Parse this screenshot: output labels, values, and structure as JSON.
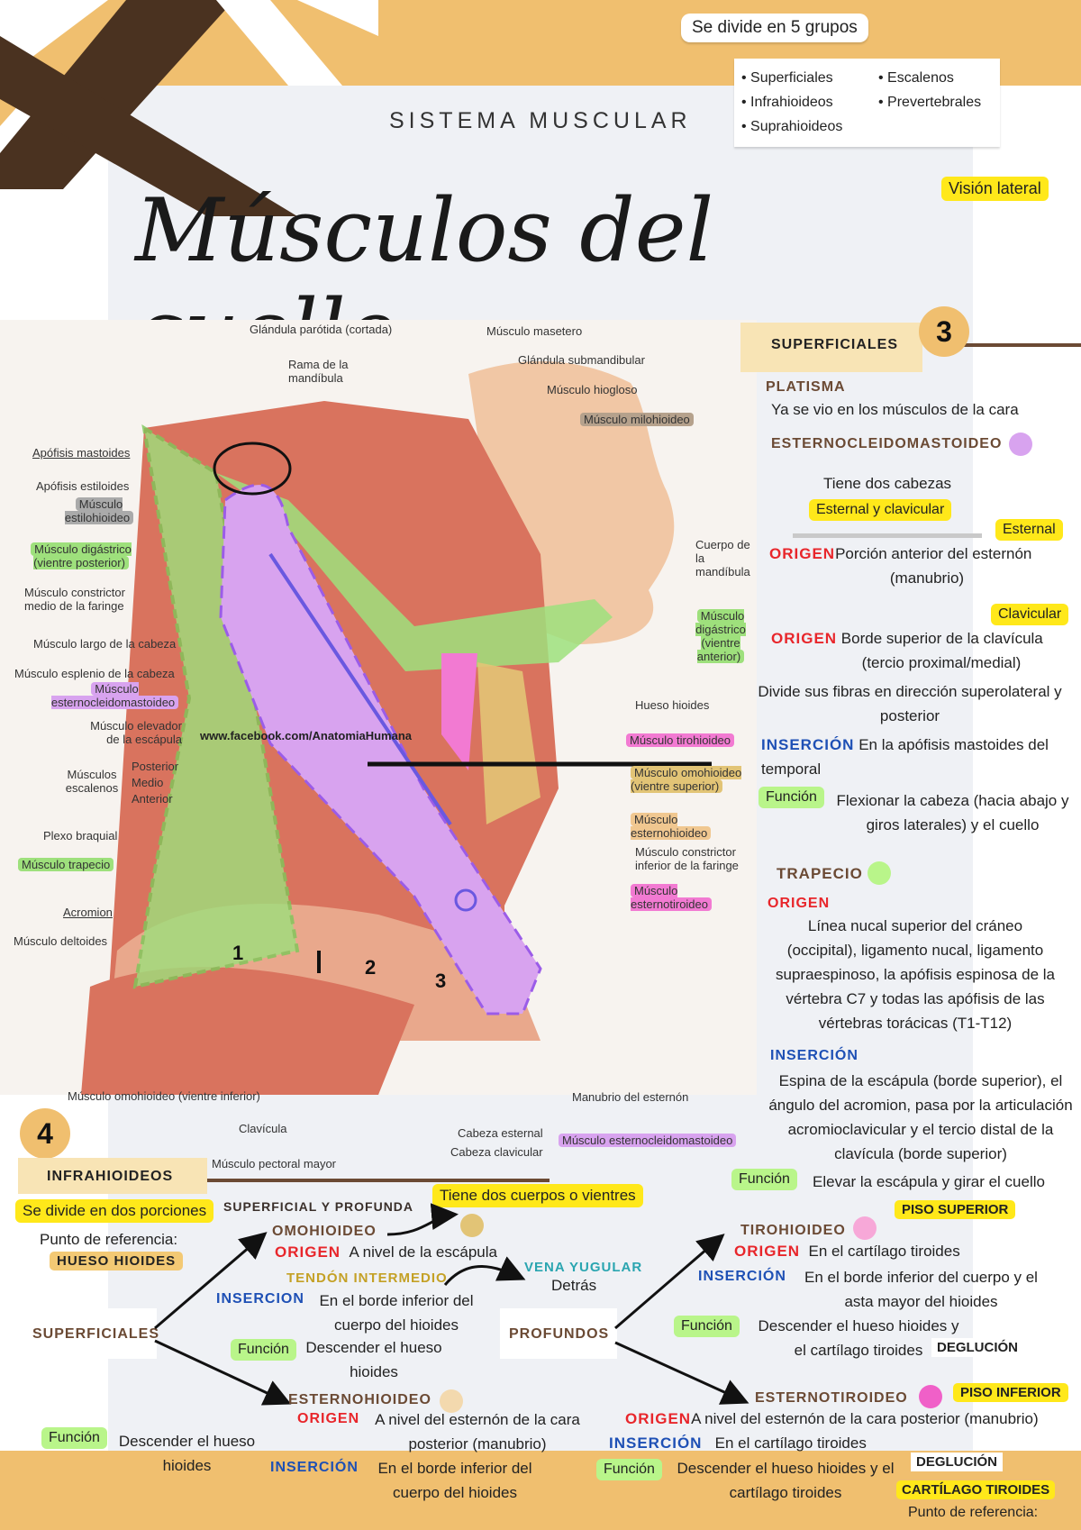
{
  "header": {
    "subtitle": "SISTEMA MUSCULAR",
    "title": "Músculos del cuello",
    "groups_title": "Se divide en 5 grupos",
    "groups": [
      "Superficiales",
      "Escalenos",
      "Infrahioideos",
      "Prevertebrales",
      "Suprahioideos"
    ],
    "view_tag": "Visión lateral"
  },
  "figure": {
    "watermark": "www.facebook.com/AnatomiaHumana",
    "labels": {
      "parotida": "Glándula parótida (cortada)",
      "rama": "Rama de la mandíbula",
      "masetero": "Músculo masetero",
      "submandibular": "Glándula submandibular",
      "hiogloso": "Músculo hiogloso",
      "milohioideo": "Músculo milohioideo",
      "mastoides": "Apófisis mastoides",
      "estiloides": "Apófisis estiloides",
      "estilohioideo": "Músculo estilohioideo",
      "digastrico_post": "Músculo digástrico (vientre posterior)",
      "constrictor_medio": "Músculo constrictor medio de la faringe",
      "largo_cabeza": "Músculo largo de la cabeza",
      "esplenio": "Músculo esplenio de la cabeza",
      "ecm": "Músculo esternocleidomastoideo",
      "elevador": "Músculo elevador de la escápula",
      "escalenos": "Músculos escalenos",
      "esc_posterior": "Posterior",
      "esc_medio": "Medio",
      "esc_anterior": "Anterior",
      "plexo": "Plexo braquial",
      "trapecio": "Músculo trapecio",
      "acromion": "Acromion",
      "deltoides": "Músculo deltoides",
      "cuerpo_mandibula": "Cuerpo de la mandíbula",
      "digastrico_ant": "Músculo digástrico (vientre anterior)",
      "hioides": "Hueso hioides",
      "tirohioideo": "Músculo tirohioideo",
      "omohioideo_sup": "Músculo omohioideo (vientre superior)",
      "esternohioideo": "Músculo esternohioideo",
      "constrictor_inf": "Músculo constrictor inferior de la faringe",
      "esternotiroideo": "Músculo esternotiroideo",
      "omohioideo_inf": "Músculo omohioideo (vientre inferior)",
      "clavicula": "Clavícula",
      "pectoral": "Músculo pectoral mayor",
      "manubrio": "Manubrio del esternón",
      "cabeza_esternal": "Cabeza esternal",
      "cabeza_clavicular": "Cabeza clavicular",
      "ecm_bottom": "Músculo esternocleidomastoideo",
      "n1": "1",
      "n2": "2",
      "n3": "3"
    }
  },
  "superficiales": {
    "number": "3",
    "heading": "SUPERFICIALES",
    "platisma_title": "PLATISMA",
    "platisma_text": "Ya se vio en los músculos de la cara",
    "ecm_title": "ESTERNOCLEIDOMASTOIDEO",
    "ecm_intro": "Tiene dos cabezas",
    "ecm_heads": "Esternal y clavicular",
    "esternal_tag": "Esternal",
    "origen_label": "ORIGEN",
    "esternal_origen": "Porción anterior del esternón",
    "esternal_origen2": "(manubrio)",
    "clavicular_tag": "Clavicular",
    "clavicular_origen": "Borde superior de la clavícula",
    "clavicular_origen2": "(tercio proximal/medial)",
    "fibras": "Divide sus fibras en dirección superolateral y posterior",
    "insercion_label": "INSERCIÓN",
    "ecm_insercion": "En la apófisis mastoides del temporal",
    "funcion_label": "Función",
    "ecm_funcion": "Flexionar la cabeza (hacia abajo y giros laterales) y el cuello",
    "trapecio_title": "TRAPECIO",
    "trapecio_origen": "Línea nucal superior del cráneo (occipital), ligamento nucal, ligamento supraespinoso, la apófisis espinosa de la vértebra C7 y todas las apófisis de las vértebras torácicas (T1-T12)",
    "trapecio_insercion": "Espina de la escápula (borde superior), el ángulo del acromion, pasa por la articulación acromioclavicular y el tercio distal de la clavícula (borde superior)",
    "trapecio_funcion": "Elevar la escápula y girar el cuello"
  },
  "infrahioideos": {
    "number": "4",
    "heading": "INFRAHIOIDEOS",
    "porciones": "Se divide en dos porciones",
    "punto_ref": "Punto de referencia:",
    "hueso_hioides": "HUESO HIOIDES",
    "superficiales": "SUPERFICIALES",
    "profundos": "PROFUNDOS",
    "superficial_y_profunda": "SUPERFICIAL Y PROFUNDA",
    "dos_cuerpos": "Tiene dos cuerpos o vientres",
    "omohioideo": "OMOHIOIDEO",
    "omo_origen_label": "ORIGEN",
    "omo_origen": "A nivel de la escápula",
    "tendon": "TENDÓN INTERMEDIO",
    "vena": "VENA YUGULAR",
    "detras": "Detrás",
    "insercion_label": "INSERCION",
    "omo_insercion": "En el borde inferior del cuerpo del hioides",
    "funcion_label": "Función",
    "omo_funcion": "Descender el hueso hioides",
    "esternohioideo": "ESTERNOHIOIDEO",
    "eh_origen_label": "ORIGEN",
    "eh_origen": "A nivel del esternón de la cara posterior (manubrio)",
    "eh_insercion_label": "INSERCIÓN",
    "eh_insercion": "En el borde inferior del cuerpo del hioides",
    "eh_funcion": "Descender el hueso hioides",
    "tirohioideo": "TIROHIOIDEO",
    "piso_superior": "PISO SUPERIOR",
    "th_origen_label": "ORIGEN",
    "th_origen": "En el cartílago tiroides",
    "th_insercion_label": "INSERCIÓN",
    "th_insercion": "En el borde inferior del cuerpo y el asta mayor del hioides",
    "th_funcion": "Descender el hueso hioides y el cartílago tiroides",
    "deglucion": "DEGLUCIÓN",
    "esternotiroideo": "ESTERNOTIROIDEO",
    "piso_inferior": "PISO INFERIOR",
    "et_origen_label": "ORIGEN",
    "et_origen": "A nivel del esternón de la cara posterior (manubrio)",
    "et_insercion_label": "INSERCIÓN",
    "et_insercion": "En el cartílago tiroides",
    "et_funcion": "Descender el hueso hioides y el cartílago tiroides",
    "deglucion2": "DEGLUCIÓN",
    "cartilago": "CARTÍLAGO TIROIDES",
    "punto_ref2": "Punto de referencia:"
  },
  "colors": {
    "band": "#f0bf6f",
    "stripe": "#4a3220",
    "ecm": "#d8a3ef",
    "trapecio": "#b9f58a",
    "omohioideo": "#e2c476",
    "esternohioideo": "#f3d9ae",
    "tirohioideo": "#f7a8d8",
    "esternotiroideo": "#f060c8"
  }
}
